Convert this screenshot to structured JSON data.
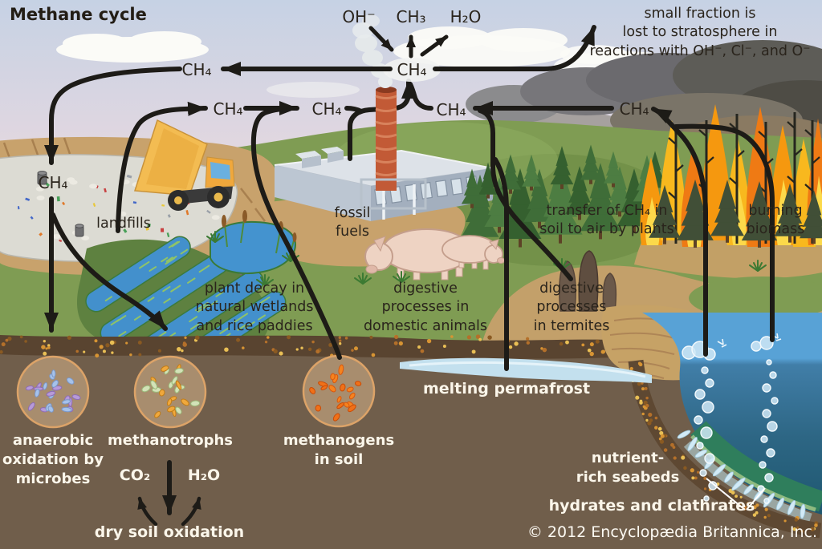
{
  "header": {
    "title": "Methane cycle"
  },
  "molecules": {
    "ch4": "CH₄",
    "ch3": "CH₃",
    "h2o": "H₂O",
    "oh_radical": "OH⁻",
    "co2": "CO₂"
  },
  "atmosphere": {
    "stratosphere_note": [
      "small fraction is",
      "lost to stratosphere in",
      "reactions with OH⁻, Cl⁻, and O⁻"
    ]
  },
  "sources": {
    "landfills": [
      "landfills"
    ],
    "fossil_fuels": [
      "fossil",
      "fuels"
    ],
    "plant_decay": [
      "plant decay in",
      "natural wetlands",
      "and rice paddies"
    ],
    "domestic_animals": [
      "digestive",
      "processes in",
      "domestic animals"
    ],
    "termites": [
      "digestive",
      "processes",
      "in termites"
    ],
    "plant_transfer": [
      "transfer of CH₄ in",
      "soil to air by plants"
    ],
    "burning_biomass": [
      "burning",
      "biomass"
    ],
    "melting_permafrost": [
      "melting permafrost"
    ],
    "methanogens": [
      "methanogens",
      "in soil"
    ],
    "seabeds": [
      "nutrient-",
      "rich seabeds"
    ],
    "hydrates": [
      "hydrates and clathrates"
    ]
  },
  "sinks": {
    "anaerobic": [
      "anaerobic",
      "oxidation by",
      "microbes"
    ],
    "methanotrophs": [
      "methanotrophs"
    ],
    "dry_soil_oxidation": [
      "dry soil oxidation"
    ]
  },
  "footer": {
    "copyright": "© 2012 Encyclopædia Britannica, Inc."
  },
  "palette": {
    "arrow": "#1d1b17",
    "label_dark": "#2a241c",
    "label_light": "#fbf6ea",
    "sky": "#c6d2e4",
    "vegetation": "#7f9c53",
    "soil": "#705e4b",
    "water": "#4796cf",
    "flame": "#f5980f"
  }
}
